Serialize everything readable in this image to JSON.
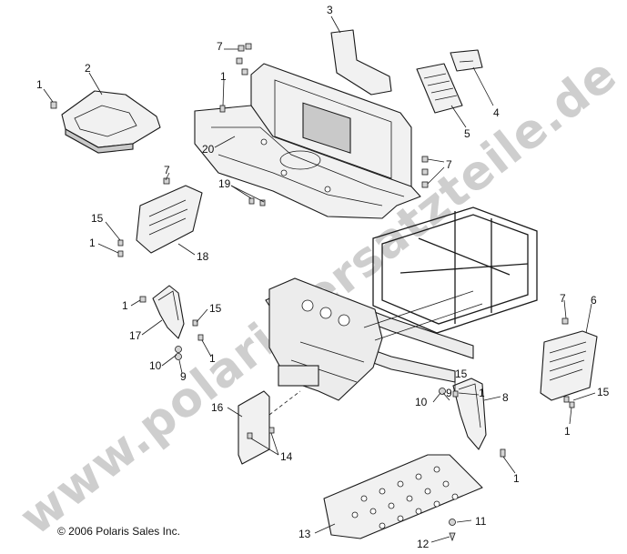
{
  "callouts": {
    "c1a": "1",
    "c2": "2",
    "c3": "3",
    "c7a": "7",
    "c1b": "1",
    "c4": "4",
    "c20": "20",
    "c5": "5",
    "c7b": "7",
    "c7c": "7",
    "c19": "19",
    "c15a": "15",
    "c1c": "1",
    "c18": "18",
    "c1d": "1",
    "c15b": "15",
    "c17": "17",
    "c1e": "1",
    "c10a": "10",
    "c9a": "9",
    "c7d": "7",
    "c6": "6",
    "c16": "16",
    "c15c": "15",
    "c9b": "9",
    "c1f": "1",
    "c10b": "10",
    "c8": "8",
    "c15d": "15",
    "c1g": "1",
    "c14": "14",
    "c1h": "1",
    "c13": "13",
    "c11": "11",
    "c12": "12"
  },
  "copyright": "© 2006 Polaris Sales Inc.",
  "watermark": "www.polaris-ersatzteile.de"
}
